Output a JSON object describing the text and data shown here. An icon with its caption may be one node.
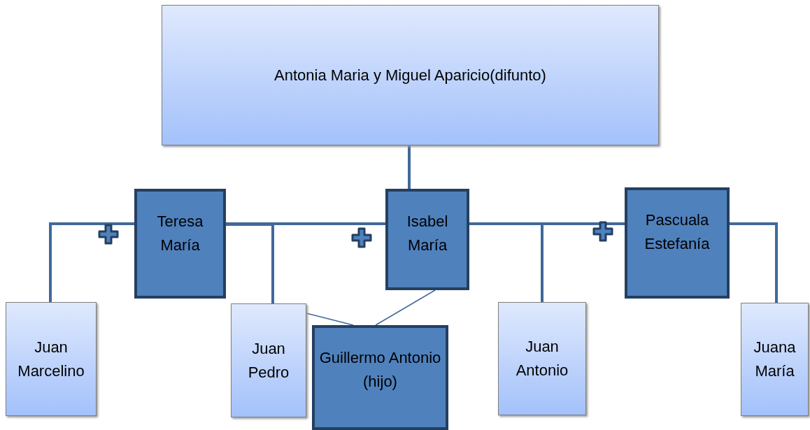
{
  "diagram": {
    "nodes": [
      {
        "text": [
          "Antonia Maria y Miguel Aparicio(difunto)"
        ]
      },
      {
        "text": [
          "Teresa María"
        ]
      },
      {
        "text": [
          "Isabel María"
        ]
      },
      {
        "text": [
          "Pascuala Estefanía"
        ]
      },
      {
        "text": [
          "Juan Marcelino"
        ]
      },
      {
        "text": [
          "Juan Pedro"
        ]
      },
      {
        "text": [
          "Guillermo Antonio (hijo)"
        ]
      },
      {
        "text": [
          "Juan Antonio"
        ]
      },
      {
        "text": [
          "Juana María"
        ]
      }
    ],
    "edges": [
      {
        "from": 0,
        "to": 2,
        "arrow": "none"
      },
      {
        "from": 1,
        "to": 4,
        "arrow": "none"
      },
      {
        "from": 1,
        "to": 2,
        "arrow": "none"
      },
      {
        "from": 1,
        "to": 5,
        "arrow": "none"
      },
      {
        "from": 5,
        "to": 6,
        "arrow": "none"
      },
      {
        "from": 2,
        "to": 6,
        "arrow": "none"
      },
      {
        "from": 2,
        "to": 3,
        "arrow": "none"
      },
      {
        "from": 2,
        "to": 7,
        "arrow": "none"
      },
      {
        "from": 3,
        "to": 8,
        "arrow": "none"
      }
    ]
  }
}
